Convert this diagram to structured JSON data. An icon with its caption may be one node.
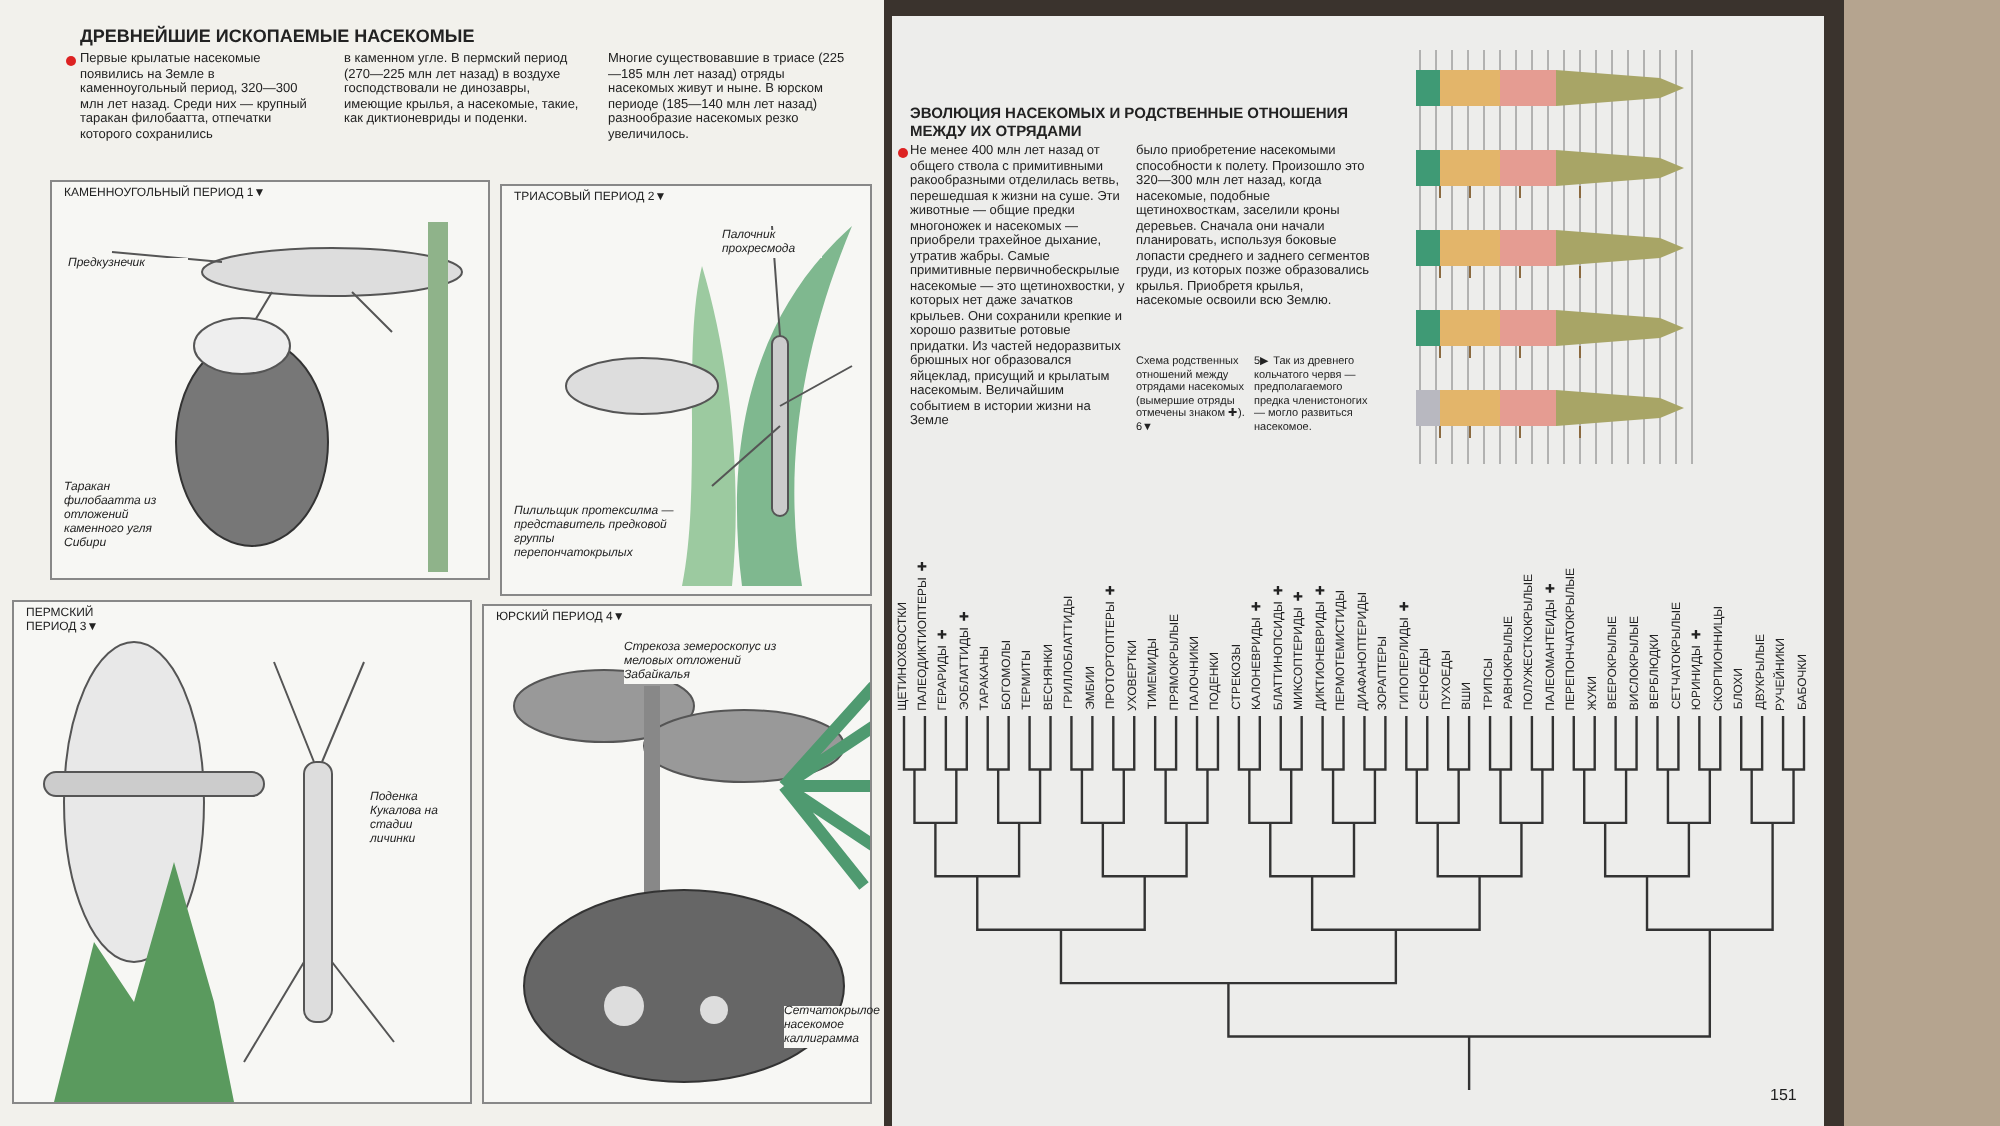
{
  "diagram": {
    "nodes": [
      {
        "text": [
          "КАМЕННОУГОЛЬНЫЙ ПЕРИОД 1▼",
          "Предкузнечик",
          "Таракан филобаатта из отложений каменного угля Сибири"
        ]
      },
      {
        "text": [
          "ТРИАСОВЫЙ ПЕРИОД 2▼",
          "Палочник прохресмода",
          "Пилильщик протексилма — представитель предковой группы перепончатокрылых"
        ]
      },
      {
        "text": [
          "ПЕРМСКИЙ ПЕРИОД 3▼",
          "Поденка Кукалова на стадии личинки"
        ]
      },
      {
        "text": [
          "ЮРСКИЙ ПЕРИОД 4▼",
          "Стрекоза земероскопус из меловых отложений Забайкалья",
          "Сетчатокрылое насекомое каллиграмма"
        ]
      }
    ],
    "labels": [
      "ДРЕВНЕЙШИЕ ИСКОПАЕМЫЕ НАСЕКОМЫЕ",
      "Первые крылатые насекомые появились на Земле в каменноугольный период, 320—300 млн лет назад. Среди них — крупный таракан филобаатта, отпечатки которого сохранились",
      "в каменном угле. В пермский период (270—225 млн лет назад) в воздухе господствовали не динозавры, имеющие крылья, а насекомые, такие, как диктионевриды и поденки.",
      "Многие существовавшие в триасе (225—185 млн лет назад) отряды насекомых живут и ныне. В юрском периоде (185—140 млн лет назад) разнообразие насекомых резко увеличилось.",
      "ЭВОЛЮЦИЯ НАСЕКОМЫХ И РОДСТВЕННЫЕ ОТНОШЕНИЯ МЕЖДУ ИХ ОТРЯДАМИ",
      "Не менее 400 млн лет назад от общего ствола с примитивными ракообразными отделилась ветвь, перешедшая к жизни на суше. Эти животные — общие предки многоножек и насекомых — приобрели трахейное дыхание, утратив жабры. Самые примитивные первичнобескрылые насекомые — это щетинохвостки, у которых нет даже зачатков крыльев. Они сохранили крепкие и хорошо развитые ротовые придатки. Из частей недоразвитых брюшных ног образовался яйцеклад, присущий и крылатым насекомым. Величайшим событием в истории жизни на Земле",
      "было приобретение насекомыми способности к полету. Произошло это 320—300 млн лет назад, когда насекомые, подобные щетинохвосткам, заселили кроны деревьев. Сначала они начали планировать, используя боковые лопасти среднего и заднего сегментов груди, из которых позже образовались крылья. Приобретя крылья, насекомые освоили всю Землю.",
      "Схема родственных отношений между отрядами насекомых (вымершие отряды отмечены знаком ✚). 6▼",
      "5▶ Так из древнего кольчатого червя — предполагаемого предка членистоногих — могло развиться насекомое.",
      "ЩЕТИНОХВОСТКИ",
      "ПАЛЕОДИКТИОПТЕРЫ ✚",
      "ГЕРАРИДЫ ✚",
      "ЭОБЛАТТИДЫ ✚",
      "ТАРАКАНЫ",
      "БОГОМОЛЫ",
      "ТЕРМИТЫ",
      "ВЕСНЯНКИ",
      "ГРИЛЛОБЛАТТИДЫ",
      "ЭМБИИ",
      "ПРОТОРТОПТЕРЫ ✚",
      "УХОВЕРТКИ",
      "ТИМЕМИДЫ",
      "ПРЯМОКРЫЛЫЕ",
      "ПАЛОЧНИКИ",
      "ПОДЕНКИ",
      "СТРЕКОЗЫ",
      "КАЛОНЕВРИДЫ ✚",
      "БЛАТТИНОПСИДЫ ✚",
      "МИКСОПТЕРИДЫ ✚",
      "ДИКТИОНЕВРИДЫ ✚",
      "ПЕРМОТЕМИСТИДЫ",
      "ДИАФАНОПТЕРИДЫ",
      "ЗОРАПТЕРЫ",
      "ГИПОПЕРЛИДЫ ✚",
      "СЕНОЕДЫ",
      "ПУХОЕДЫ",
      "ВШИ",
      "ТРИПСЫ",
      "РАВНОКРЫЛЫЕ",
      "ПОЛУЖЕСТКОКРЫЛЫЕ",
      "ПАЛЕОМАНТЕИДЫ ✚",
      "ПЕРЕПОНЧАТОКРЫЛЫЕ",
      "ЖУКИ",
      "ВЕЕРОКРЫЛЫЕ",
      "ВИСЛОКРЫЛЫЕ",
      "ВЕРБЛЮДКИ",
      "СЕТЧАТОКРЫЛЫЕ",
      "ЮРИНИДЫ ✚",
      "СКОРПИОННИЦЫ",
      "БЛОХИ",
      "ДВУКРЫЛЫЕ",
      "РУЧЕЙНИКИ",
      "БАБОЧКИ",
      "151"
    ]
  }
}
